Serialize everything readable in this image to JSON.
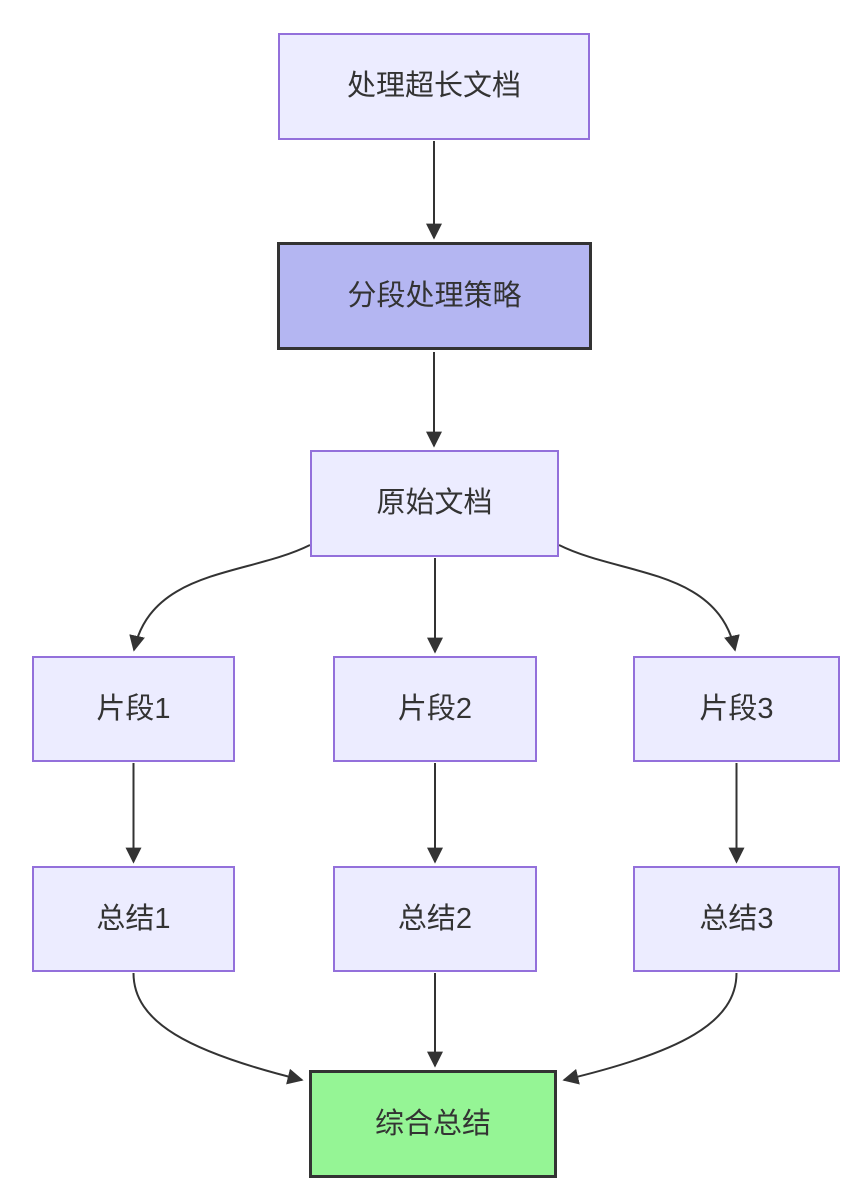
{
  "palette": {
    "background": "#FFFFFF",
    "node_fill": "#ECECFF",
    "node_border": "#9370DB",
    "highlight_fill": "#B4B6F2",
    "highlight_border": "#333333",
    "success_fill": "#95F595",
    "success_border": "#333333",
    "edge_color": "#333333",
    "text_color": "#333333"
  },
  "diagram": {
    "type": "flowchart",
    "direction": "top-down"
  },
  "nodes": {
    "start": {
      "label": "处理超长文档",
      "style": "default"
    },
    "strategy": {
      "label": "分段处理策略",
      "style": "highlight"
    },
    "doc": {
      "label": "原始文档",
      "style": "default"
    },
    "seg1": {
      "label": "片段1",
      "style": "default"
    },
    "seg2": {
      "label": "片段2",
      "style": "default"
    },
    "seg3": {
      "label": "片段3",
      "style": "default"
    },
    "sum1": {
      "label": "总结1",
      "style": "default"
    },
    "sum2": {
      "label": "总结2",
      "style": "default"
    },
    "sum3": {
      "label": "总结3",
      "style": "default"
    },
    "final": {
      "label": "综合总结",
      "style": "success"
    }
  },
  "edges": [
    {
      "from": "start",
      "to": "strategy"
    },
    {
      "from": "strategy",
      "to": "doc"
    },
    {
      "from": "doc",
      "to": "seg1"
    },
    {
      "from": "doc",
      "to": "seg2"
    },
    {
      "from": "doc",
      "to": "seg3"
    },
    {
      "from": "seg1",
      "to": "sum1"
    },
    {
      "from": "seg2",
      "to": "sum2"
    },
    {
      "from": "seg3",
      "to": "sum3"
    },
    {
      "from": "sum1",
      "to": "final"
    },
    {
      "from": "sum2",
      "to": "final"
    },
    {
      "from": "sum3",
      "to": "final"
    }
  ]
}
